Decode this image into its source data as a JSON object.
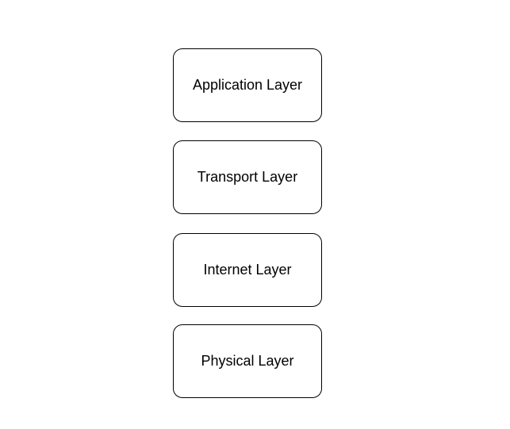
{
  "layers": [
    {
      "label": "Application Layer"
    },
    {
      "label": "Transport Layer"
    },
    {
      "label": "Internet Layer"
    },
    {
      "label": "Physical Layer"
    }
  ],
  "colors": {
    "background": "#ffffff",
    "border": "#000000",
    "text": "#000000"
  }
}
